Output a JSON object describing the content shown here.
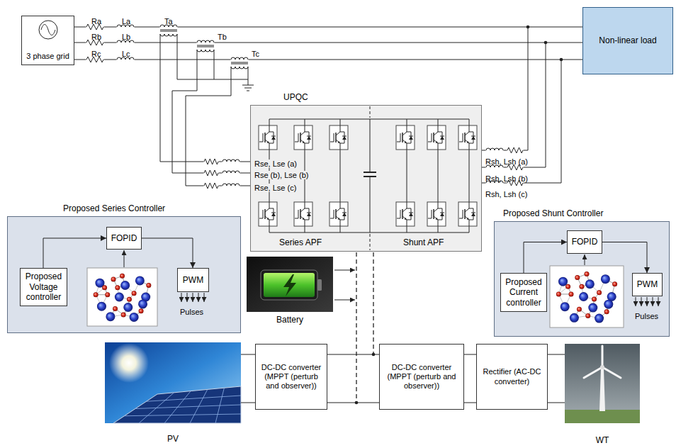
{
  "diagram": {
    "nodes": [
      {
        "text": [
          "3 phase grid"
        ]
      },
      {
        "text": [
          "Non-linear load"
        ]
      },
      {
        "text": [
          "UPQC",
          "Series APF",
          "Shunt APF"
        ]
      },
      {
        "text": [
          "Proposed Series Controller"
        ]
      },
      {
        "text": [
          "FOPID"
        ],
        "in": 3
      },
      {
        "text": [
          "Proposed Voltage controller"
        ],
        "in": 3
      },
      {
        "text": [
          "PWM"
        ],
        "in": 3
      },
      {
        "text": [
          "Proposed Shunt Controller"
        ]
      },
      {
        "text": [
          "FOPID"
        ],
        "in": 7
      },
      {
        "text": [
          "Proposed Current controller"
        ],
        "in": 7
      },
      {
        "text": [
          "PWM"
        ],
        "in": 7
      },
      {
        "text": [
          "Battery"
        ]
      },
      {
        "text": [
          "PV"
        ]
      },
      {
        "text": [
          "DC-DC converter (MPPT (perturb and observer))"
        ]
      },
      {
        "text": [
          "DC-DC converter (MPPT (perturb and observer))"
        ]
      },
      {
        "text": [
          "Rectifier (AC-DC converter)"
        ]
      },
      {
        "text": [
          "WT"
        ]
      }
    ],
    "edges": [
      {
        "from": 0,
        "to": 1,
        "arrow": "none"
      },
      {
        "from": 0,
        "to": 1,
        "arrow": "none"
      },
      {
        "from": 0,
        "to": 1,
        "arrow": "none"
      },
      {
        "from": 5,
        "to": 4,
        "arrow": "to"
      },
      {
        "from": 4,
        "to": 6,
        "arrow": "to"
      },
      {
        "from": 9,
        "to": 8,
        "arrow": "to"
      },
      {
        "from": 8,
        "to": 10,
        "arrow": "to"
      },
      {
        "from": 12,
        "to": 13,
        "arrow": "none"
      },
      {
        "from": 12,
        "to": 13,
        "arrow": "none"
      },
      {
        "from": 13,
        "to": 14,
        "arrow": "none"
      },
      {
        "from": 13,
        "to": 14,
        "arrow": "none"
      },
      {
        "from": 14,
        "to": 15,
        "arrow": "none"
      },
      {
        "from": 14,
        "to": 15,
        "arrow": "none"
      },
      {
        "from": 15,
        "to": 16,
        "arrow": "none"
      },
      {
        "from": 15,
        "to": 16,
        "arrow": "none"
      }
    ],
    "labels": [
      "Ra",
      "La",
      "Rb",
      "Lb",
      "Rc",
      "Lc",
      "Ta",
      "Tb",
      "Tc",
      "Rse, Lse (a)",
      "Rse (b), Lse (b)",
      "Rse, Lse (c)",
      "Rsh, Lsh (a)",
      "Rsh, Lsh (b)",
      "Rsh, Lsh (c)",
      "Pulses",
      "Pulses"
    ]
  }
}
